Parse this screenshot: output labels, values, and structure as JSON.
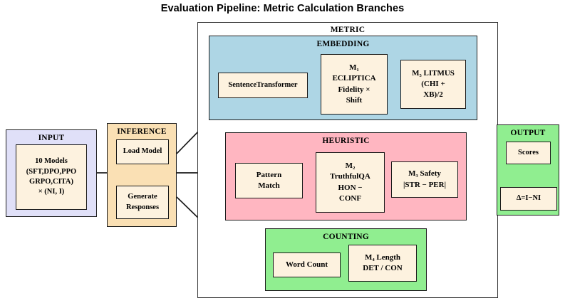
{
  "title": "Evaluation Pipeline: Metric Calculation Branches",
  "colors": {
    "input_fill": "#E0E0F8",
    "inference_fill": "#FAE0B4",
    "embedding_fill": "#AED6E5",
    "heuristic_fill": "#FFB6C1",
    "counting_fill": "#90EE90",
    "output_fill": "#90EE90",
    "leaf_fill": "#FDF2DF",
    "stroke": "#1A1A1A",
    "background": "#FFFFFF"
  },
  "input": {
    "label": "INPUT",
    "models_box": {
      "lines": [
        "10 Models",
        "(SFT,DPO,PPO",
        "GRPO,CITA)",
        "× (NI, I)"
      ]
    }
  },
  "inference": {
    "label": "INFERENCE",
    "load_model": {
      "lines": [
        "Load Model"
      ]
    },
    "generate_responses": {
      "lines": [
        "Generate",
        "Responses"
      ]
    }
  },
  "metric": {
    "label": "METRIC",
    "branches": {
      "embedding": {
        "label": "EMBEDDING",
        "nodes": [
          {
            "name": "sentence-transformer",
            "lines": [
              "SentenceTransformer"
            ]
          },
          {
            "name": "m1-ecliptica",
            "lines": [
              "M₁",
              "ECLIPTICA",
              "Fidelity ×",
              "Shift"
            ]
          },
          {
            "name": "m5-litmus",
            "lines": [
              "M₅ LITMUS",
              "(CHI +",
              "XB)/2"
            ]
          }
        ]
      },
      "heuristic": {
        "label": "HEURISTIC",
        "nodes": [
          {
            "name": "pattern-match",
            "lines": [
              "Pattern",
              "Match"
            ]
          },
          {
            "name": "m2-truthfulqa",
            "lines": [
              "M₂",
              "TruthfulQA",
              "HON −",
              "CONF"
            ]
          },
          {
            "name": "m3-safety",
            "lines": [
              "M₃ Safety",
              "|STR − PER|"
            ]
          }
        ]
      },
      "counting": {
        "label": "COUNTING",
        "nodes": [
          {
            "name": "word-count",
            "lines": [
              "Word Count"
            ]
          },
          {
            "name": "m4-length",
            "lines": [
              "M₄ Length",
              "DET / CON"
            ]
          }
        ]
      }
    }
  },
  "output": {
    "label": "OUTPUT",
    "scores": {
      "lines": [
        "Scores"
      ]
    },
    "delta": {
      "lines": [
        "Δ=I−NI"
      ]
    }
  }
}
